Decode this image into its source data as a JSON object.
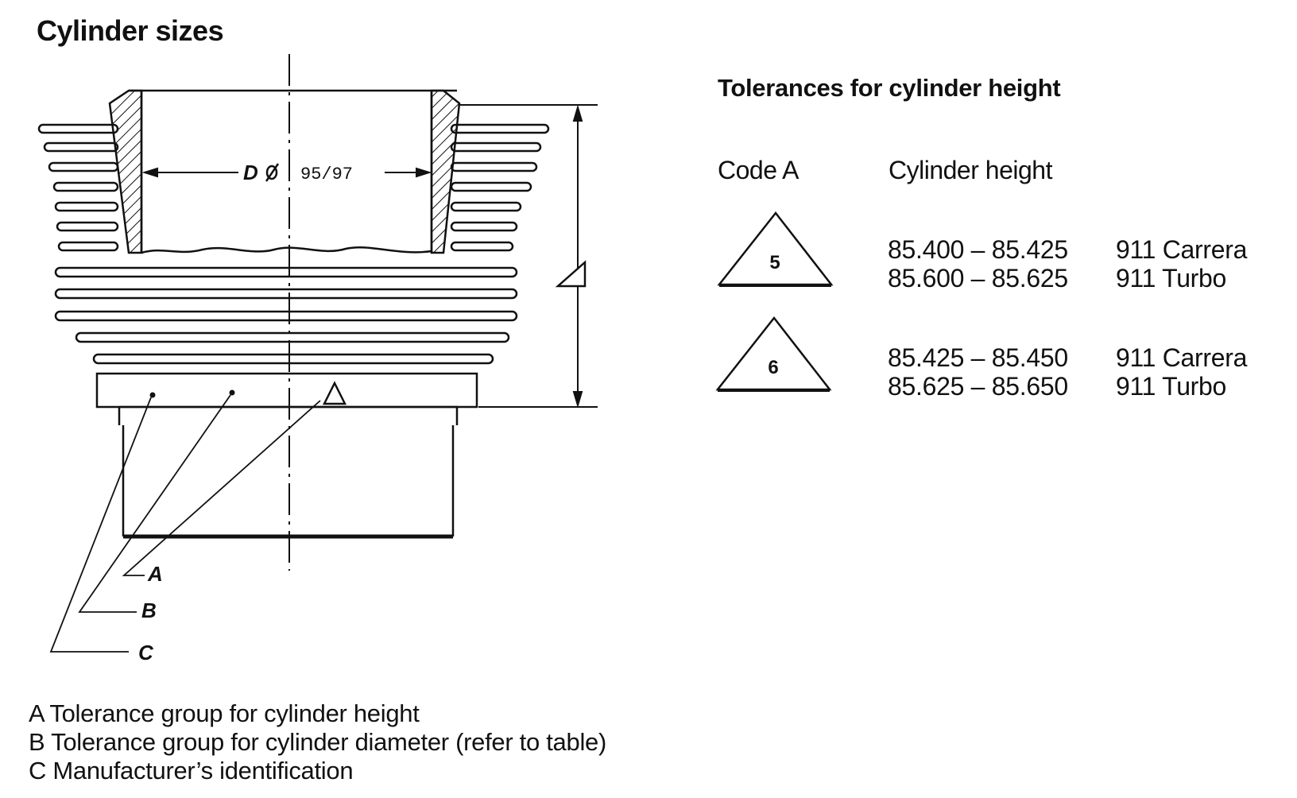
{
  "title": "Cylinder sizes",
  "drawing": {
    "diameter_prefix": "D",
    "diameter_value": "95/97",
    "callouts": [
      "A",
      "B",
      "C"
    ]
  },
  "tolerances": {
    "title": "Tolerances for cylinder height",
    "col_code": "Code A",
    "col_height": "Cylinder height",
    "rows": [
      {
        "code": "5",
        "lines": [
          {
            "range": "85.400 – 85.425",
            "model": "911 Carrera"
          },
          {
            "range": "85.600 – 85.625",
            "model": "911 Turbo"
          }
        ]
      },
      {
        "code": "6",
        "lines": [
          {
            "range": "85.425 – 85.450",
            "model": "911 Carrera"
          },
          {
            "range": "85.625 – 85.650",
            "model": "911 Turbo"
          }
        ]
      }
    ]
  },
  "legend": [
    "A Tolerance group for cylinder height",
    "B Tolerance group for cylinder diameter (refer to table)",
    "C Manufacturer’s identification"
  ]
}
